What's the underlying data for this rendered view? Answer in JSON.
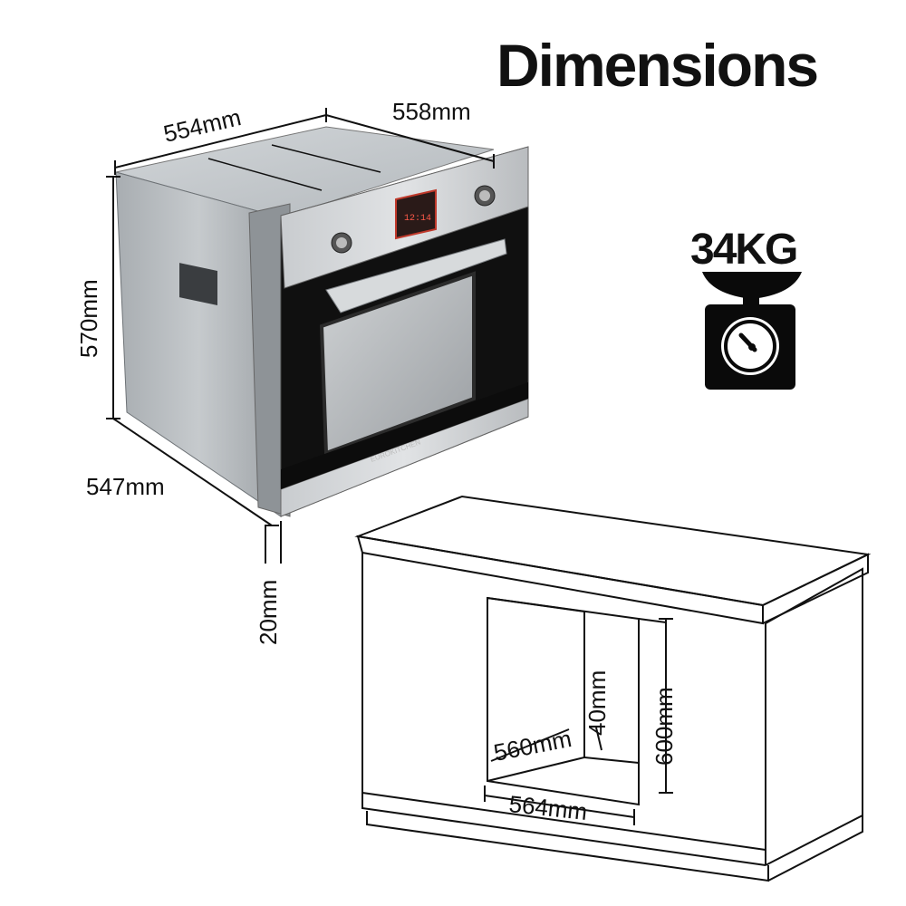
{
  "title": "Dimensions",
  "weight": {
    "value": "34KG",
    "icon": "weighing-scale-icon"
  },
  "oven": {
    "brand": "EUROKITCHEN",
    "display": "12:14",
    "dimensions": {
      "width": "554mm",
      "depth": "558mm",
      "height": "570mm",
      "body_depth": "547mm",
      "bottom_gap": "20mm"
    }
  },
  "cabinet": {
    "dimensions": {
      "cutout_depth": "560mm",
      "cutout_width": "564mm",
      "cutout_height": "600mm",
      "min_gap": "40mm"
    }
  },
  "colors": {
    "steel": "#b9bdc0",
    "glass": "#1a1a1a",
    "display": "#c0392b"
  }
}
